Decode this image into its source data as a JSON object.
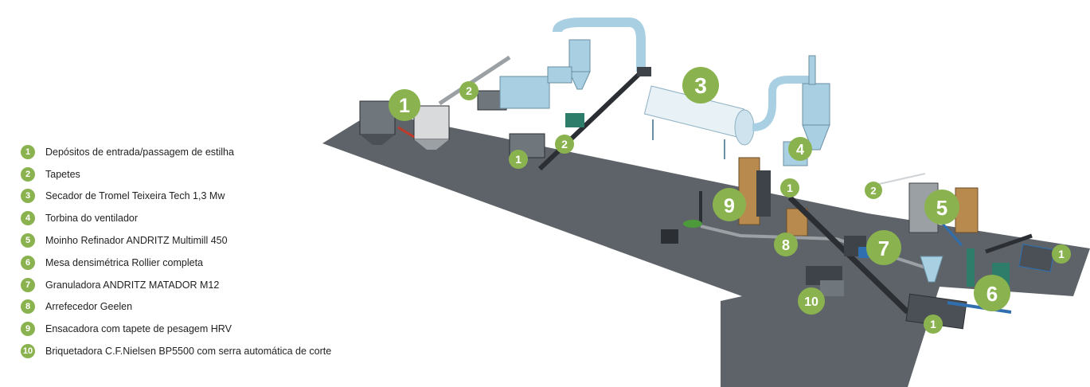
{
  "legend": {
    "items": [
      {
        "number": "1",
        "label": "Depósitos de entrada/passagem de estilha"
      },
      {
        "number": "2",
        "label": "Tapetes"
      },
      {
        "number": "3",
        "label": "Secador de Tromel Teixeira Tech 1,3 Mw"
      },
      {
        "number": "4",
        "label": "Torbina do ventilador"
      },
      {
        "number": "5",
        "label": "Moinho Refinador ANDRITZ Multimill 450"
      },
      {
        "number": "6",
        "label": "Mesa densimétrica Rollier completa"
      },
      {
        "number": "7",
        "label": "Granuladora ANDRITZ MATADOR M12"
      },
      {
        "number": "8",
        "label": "Arrefecedor Geelen"
      },
      {
        "number": "9",
        "label": "Ensacadora com tapete de pesagem HRV"
      },
      {
        "number": "10",
        "label": "Briquetadora C.F.Nielsen BP5500 com serra automática de corte"
      }
    ]
  },
  "markers": [
    "1",
    "2",
    "3",
    "4",
    "5",
    "6",
    "7",
    "8",
    "9",
    "10",
    "1",
    "2",
    "1",
    "2",
    "1",
    "1"
  ],
  "colors": {
    "badge": "#8ab34f",
    "floor": "#5d6368",
    "duct": "#a9cfe2",
    "machinery": "#3d4348",
    "conveyor": "#2b2f33",
    "accent_red": "#c0392b",
    "accent_teal": "#2e7d6b",
    "accent_blue": "#2f6fb0"
  }
}
